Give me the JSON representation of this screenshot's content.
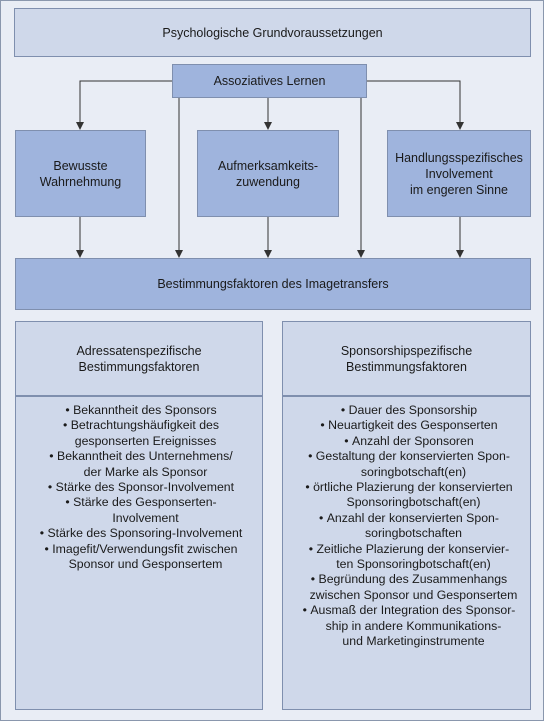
{
  "diagram": {
    "top_box": "Psychologische Grundvoraussetzungen",
    "center_box": "Assoziatives Lernen",
    "middle_boxes": [
      "Bewusste\nWahrnehmung",
      "Aufmerksamkeits-\nzuwendung",
      "Handlungsspezifisches\nInvolvement\nim engeren Sinne"
    ],
    "main_box": "Bestimmungsfaktoren des Imagetransfers",
    "left_panel": {
      "title": "Adressatenspezifische\nBestimmungsfaktoren",
      "items": [
        "Bekanntheit des Sponsors",
        "Betrachtungshäufigkeit des\ngesponserten Ereignisses",
        "Bekanntheit des Unternehmens/\nder Marke als Sponsor",
        "Stärke des Sponsor-Involvement",
        "Stärke des Gesponserten-\nInvolvement",
        "Stärke des Sponsoring-Involvement",
        "Imagefit/Verwendungsfit zwischen\nSponsor und Gesponsertem"
      ]
    },
    "right_panel": {
      "title": "Sponsorshipspezifische\nBestimmungsfaktoren",
      "items": [
        "Dauer des Sponsorship",
        "Neuartigkeit des Gesponserten",
        "Anzahl der Sponsoren",
        "Gestaltung der konservierten Spon-\nsoringbotschaft(en)",
        "örtliche Plazierung der konservierten\nSponsoringbotschaft(en)",
        "Anzahl der konservierten Spon-\nsoringbotschaften",
        "Zeitliche Plazierung der konservier-\nten Sponsoringbotschaft(en)",
        "Begründung des Zusammenhangs\nzwischen Sponsor und Gesponsertem",
        "Ausmaß der Integration des Sponsor-\nship in andere Kommunikations-\nund Marketinginstrumente"
      ]
    }
  }
}
